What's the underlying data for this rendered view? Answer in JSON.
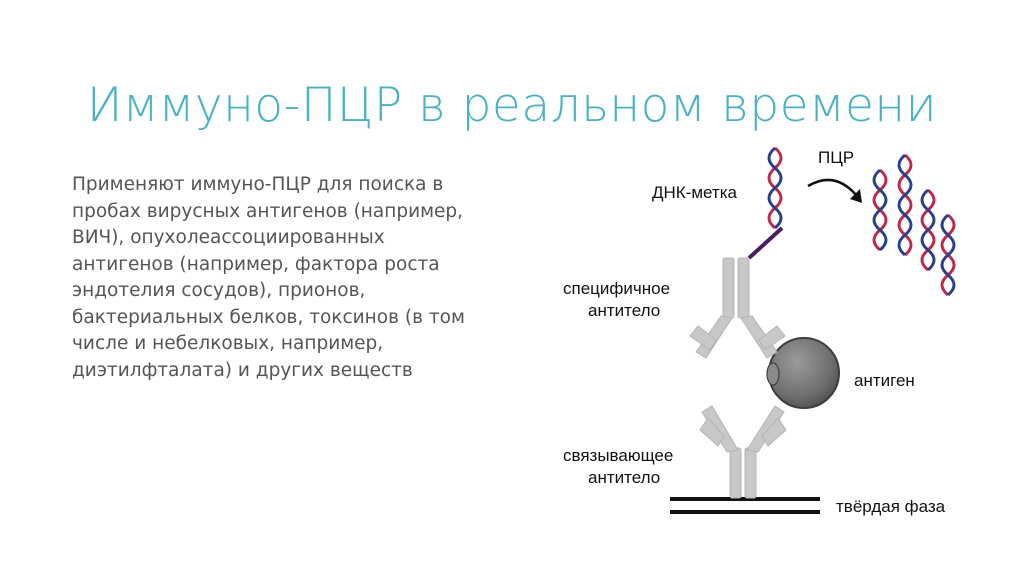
{
  "slide": {
    "title": "Иммуно-ПЦР в реальном времени",
    "body_lines": [
      "Применяют иммуно-ПЦР для поиска в",
      "пробах вирусных антигенов (например,",
      "ВИЧ), опухолеассоциированных",
      "антигенов (например, фактора роста",
      "эндотелия сосудов), прионов,",
      "бактериальных белков, токсинов (в том",
      "числе и небелковых, например,",
      "диэтилфталата) и других веществ"
    ]
  },
  "figure": {
    "labels": {
      "dna_tag": "ДНК-метка",
      "pcr": "ПЦР",
      "specific_antibody_line1": "специфичное",
      "specific_antibody_line2": "антитело",
      "antigen": "антиген",
      "capture_antibody_line1": "связывающее",
      "capture_antibody_line2": "антитело",
      "solid_phase": "твёрдая фаза"
    },
    "colors": {
      "dna_strand_a": "#c0294a",
      "dna_strand_b": "#2b3f8f",
      "linker": "#4b1d5e",
      "antibody": "#c8c8c8",
      "antigen": "#7a7a7a",
      "solid_phase": "#111111"
    }
  }
}
